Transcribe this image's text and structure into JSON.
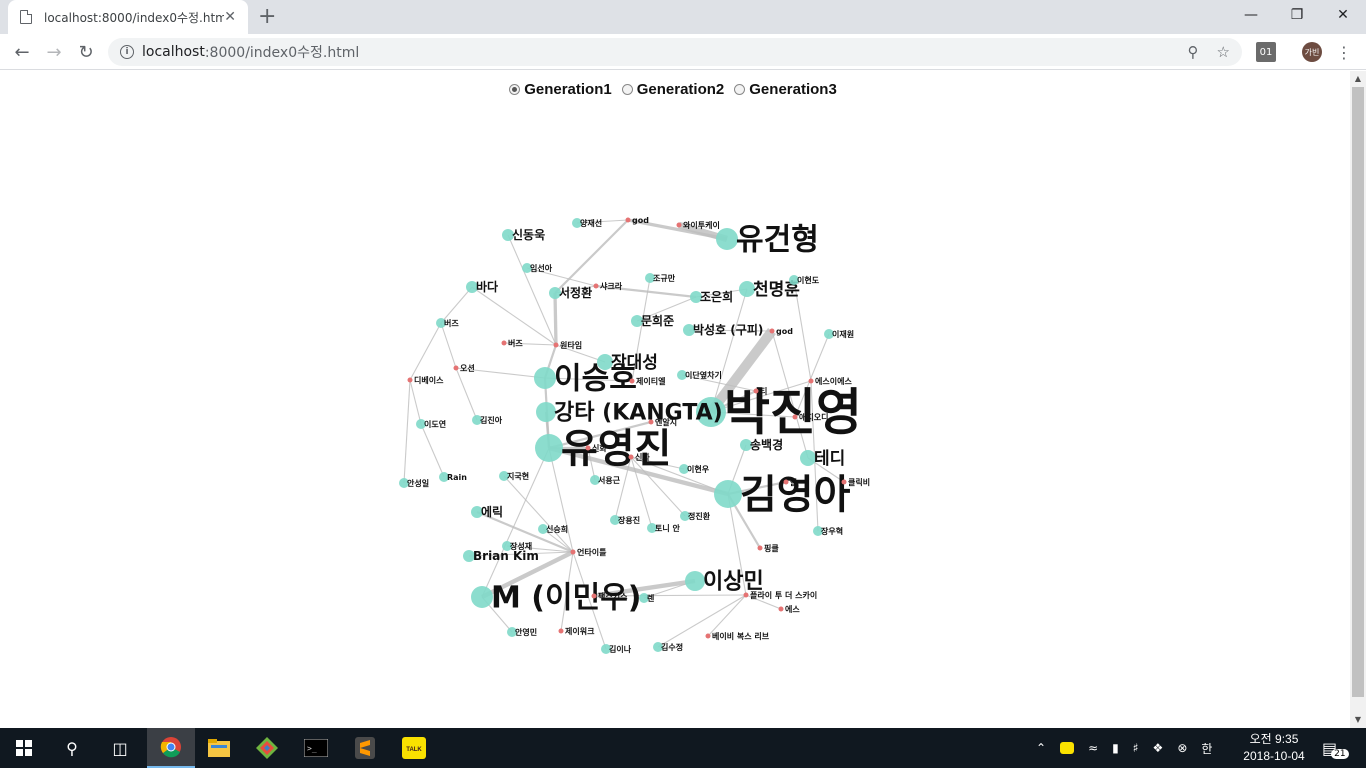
{
  "browser": {
    "tab_title": "localhost:8000/index0수정.html",
    "tab_close": "✕",
    "new_tab": "+",
    "url_host": "localhost",
    "url_path": ":8000/index0수정.html",
    "profile_label": "가빈",
    "ext_label": "01"
  },
  "radios": [
    {
      "label": "Generation1",
      "checked": true
    },
    {
      "label": "Generation2",
      "checked": false
    },
    {
      "label": "Generation3",
      "checked": false
    }
  ],
  "chart_data": {
    "type": "network",
    "nodes": [
      {
        "id": "유건형",
        "kind": "person",
        "weight": 5
      },
      {
        "id": "박진영",
        "kind": "person",
        "weight": 10
      },
      {
        "id": "유영진",
        "kind": "person",
        "weight": 8
      },
      {
        "id": "김영아",
        "kind": "person",
        "weight": 8
      },
      {
        "id": "이승호",
        "kind": "person",
        "weight": 5
      },
      {
        "id": "강타 (KANGTA)",
        "kind": "person",
        "weight": 4
      },
      {
        "id": "M (이민우)",
        "kind": "person",
        "weight": 5
      },
      {
        "id": "이상민",
        "kind": "person",
        "weight": 4
      },
      {
        "id": "장대성",
        "kind": "person",
        "weight": 3
      },
      {
        "id": "천명훈",
        "kind": "person",
        "weight": 3
      },
      {
        "id": "테디",
        "kind": "person",
        "weight": 3
      },
      {
        "id": "서정환",
        "kind": "person",
        "weight": 2
      },
      {
        "id": "조은희",
        "kind": "person",
        "weight": 2
      },
      {
        "id": "문희준",
        "kind": "person",
        "weight": 2
      },
      {
        "id": "박성호 (구피)",
        "kind": "person",
        "weight": 2
      },
      {
        "id": "송백경",
        "kind": "person",
        "weight": 2
      },
      {
        "id": "신동욱",
        "kind": "person",
        "weight": 2
      },
      {
        "id": "바다",
        "kind": "person",
        "weight": 2
      },
      {
        "id": "에릭",
        "kind": "person",
        "weight": 2
      },
      {
        "id": "Brian Kim",
        "kind": "person",
        "weight": 2
      },
      {
        "id": "Rain",
        "kind": "person",
        "weight": 1
      },
      {
        "id": "양재선",
        "kind": "person",
        "weight": 1
      },
      {
        "id": "임선아",
        "kind": "person",
        "weight": 1
      },
      {
        "id": "조규만",
        "kind": "person",
        "weight": 1
      },
      {
        "id": "이현도",
        "kind": "person",
        "weight": 1
      },
      {
        "id": "이재원",
        "kind": "person",
        "weight": 1
      },
      {
        "id": "이단옆차기",
        "kind": "person",
        "weight": 1
      },
      {
        "id": "이도연",
        "kind": "person",
        "weight": 1
      },
      {
        "id": "김진아",
        "kind": "person",
        "weight": 1
      },
      {
        "id": "안성일",
        "kind": "person",
        "weight": 1
      },
      {
        "id": "지국현",
        "kind": "person",
        "weight": 1
      },
      {
        "id": "서용근",
        "kind": "person",
        "weight": 1
      },
      {
        "id": "이현우",
        "kind": "person",
        "weight": 1
      },
      {
        "id": "장용진",
        "kind": "person",
        "weight": 1
      },
      {
        "id": "토니 안",
        "kind": "person",
        "weight": 1
      },
      {
        "id": "정진환",
        "kind": "person",
        "weight": 1
      },
      {
        "id": "신승희",
        "kind": "person",
        "weight": 1
      },
      {
        "id": "장성재",
        "kind": "person",
        "weight": 1
      },
      {
        "id": "장우혁",
        "kind": "person",
        "weight": 1
      },
      {
        "id": "안영민",
        "kind": "person",
        "weight": 1
      },
      {
        "id": "김이나",
        "kind": "person",
        "weight": 1
      },
      {
        "id": "김수정",
        "kind": "person",
        "weight": 1
      },
      {
        "id": "렌",
        "kind": "person",
        "weight": 1
      },
      {
        "id": "버즈",
        "kind": "person",
        "weight": 1
      },
      {
        "id": "god",
        "kind": "group"
      },
      {
        "id": "와이투케이",
        "kind": "group"
      },
      {
        "id": "샤크라",
        "kind": "group"
      },
      {
        "id": "버즈2",
        "label": "버즈",
        "kind": "group"
      },
      {
        "id": "원타임",
        "kind": "group"
      },
      {
        "id": "오션",
        "kind": "group"
      },
      {
        "id": "디베이스",
        "kind": "group"
      },
      {
        "id": "제이티엘",
        "kind": "group"
      },
      {
        "id": "에스이에스",
        "kind": "group"
      },
      {
        "id": "애지오디",
        "kind": "group"
      },
      {
        "id": "엔알지",
        "kind": "group"
      },
      {
        "id": "신화",
        "kind": "group"
      },
      {
        "id": "신화2",
        "label": "신화",
        "kind": "group"
      },
      {
        "id": "핑클",
        "kind": "group"
      },
      {
        "id": "언타이틀",
        "kind": "group"
      },
      {
        "id": "쿨",
        "kind": "group"
      },
      {
        "id": "팩스키스",
        "kind": "group"
      },
      {
        "id": "플라이 투 더 스카이",
        "kind": "group"
      },
      {
        "id": "에스",
        "kind": "group"
      },
      {
        "id": "베이비 복스 리브",
        "kind": "group"
      },
      {
        "id": "제이워크",
        "kind": "group"
      },
      {
        "id": "god2",
        "label": "god",
        "kind": "group"
      },
      {
        "id": "티",
        "kind": "group"
      },
      {
        "id": "클릭비",
        "kind": "group"
      }
    ]
  },
  "taskbar": {
    "clock_time": "오전 9:35",
    "clock_date": "2018-10-04",
    "ime": "한",
    "notif_count": "21",
    "kakao_label": "TALK"
  }
}
